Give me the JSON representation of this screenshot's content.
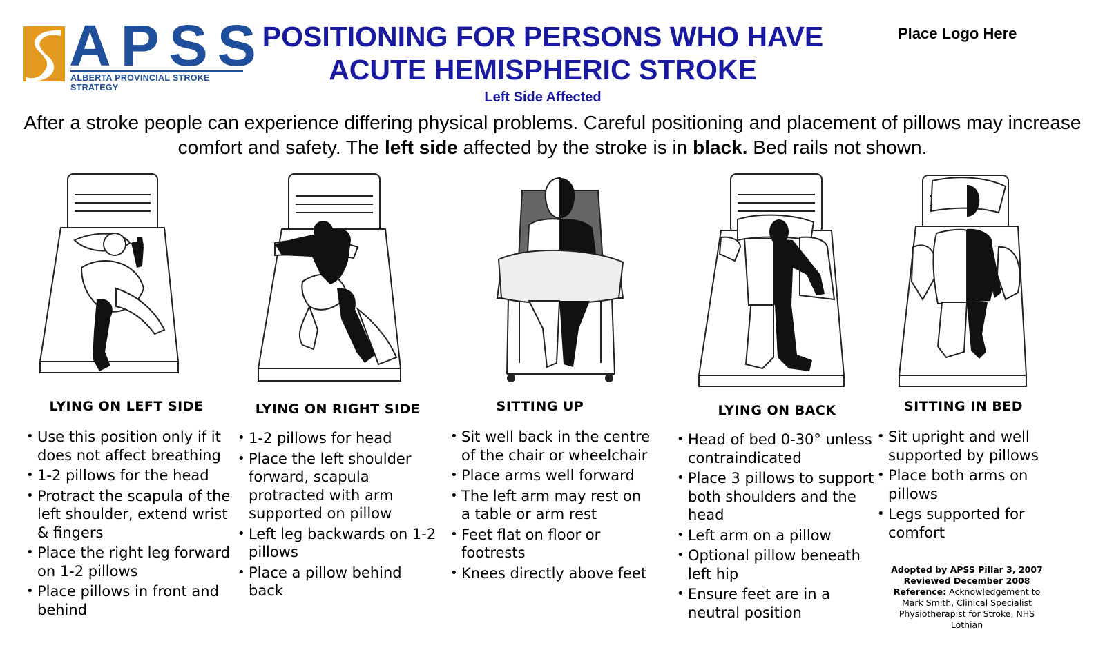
{
  "logo": {
    "letters": "APSS",
    "subtitle": "ALBERTA PROVINCIAL STROKE STRATEGY"
  },
  "title": {
    "line1": "POSITIONING FOR PERSONS WHO HAVE",
    "line2": "ACUTE HEMISPHERIC STROKE",
    "line3": "Left Side Affected"
  },
  "place_logo": "Place Logo Here",
  "intro": {
    "p1": "After a stroke people can experience differing physical problems. Careful positioning and placement of pillows may increase comfort and safety. The ",
    "b1": "left side",
    "p2": " affected by the stroke is in ",
    "b2": "black.",
    "p3": " Bed rails not shown."
  },
  "sections": [
    {
      "heading": "LYING ON LEFT SIDE",
      "items": [
        "Use this position only if it does not affect breathing",
        "1-2 pillows for the head",
        "Protract the scapula of the left shoulder, extend wrist & fingers",
        "Place the right leg forward on 1-2 pillows",
        "Place pillows in front and behind"
      ]
    },
    {
      "heading": "LYING ON RIGHT SIDE",
      "items": [
        "1-2 pillows for head",
        "Place the left shoulder forward, scapula protracted with arm supported on pillow",
        "Left leg backwards on 1-2 pillows",
        "Place a pillow behind back"
      ]
    },
    {
      "heading": "SITTING UP",
      "items": [
        "Sit well back in the centre of the chair or wheelchair",
        "Place arms well forward",
        "The left arm may rest on a table or arm rest",
        "Feet flat on floor or footrests",
        "Knees directly above feet"
      ]
    },
    {
      "heading": "LYING ON BACK",
      "items": [
        "Head of bed 0-30° unless contraindicated",
        "Place 3 pillows to support both shoulders and the head",
        "Left arm on a pillow",
        "Optional pillow beneath left hip",
        "Ensure feet are in a neutral position"
      ]
    },
    {
      "heading": "SITTING IN BED",
      "items": [
        "Sit upright and well supported by pillows",
        "Place both arms on pillows",
        "Legs supported for comfort"
      ]
    }
  ],
  "credits": {
    "adopted": "Adopted by APSS Pillar 3, 2007",
    "reviewed": "Reviewed December 2008",
    "ref_label": "Reference:",
    "ref_text": " Acknowledgement to Mark Smith, Clinical Specialist Physiotherapist for Stroke, NHS Lothian"
  },
  "colors": {
    "title_blue": "#1a1aa0",
    "logo_blue": "#1f4e9a",
    "logo_orange": "#e39a1e"
  }
}
